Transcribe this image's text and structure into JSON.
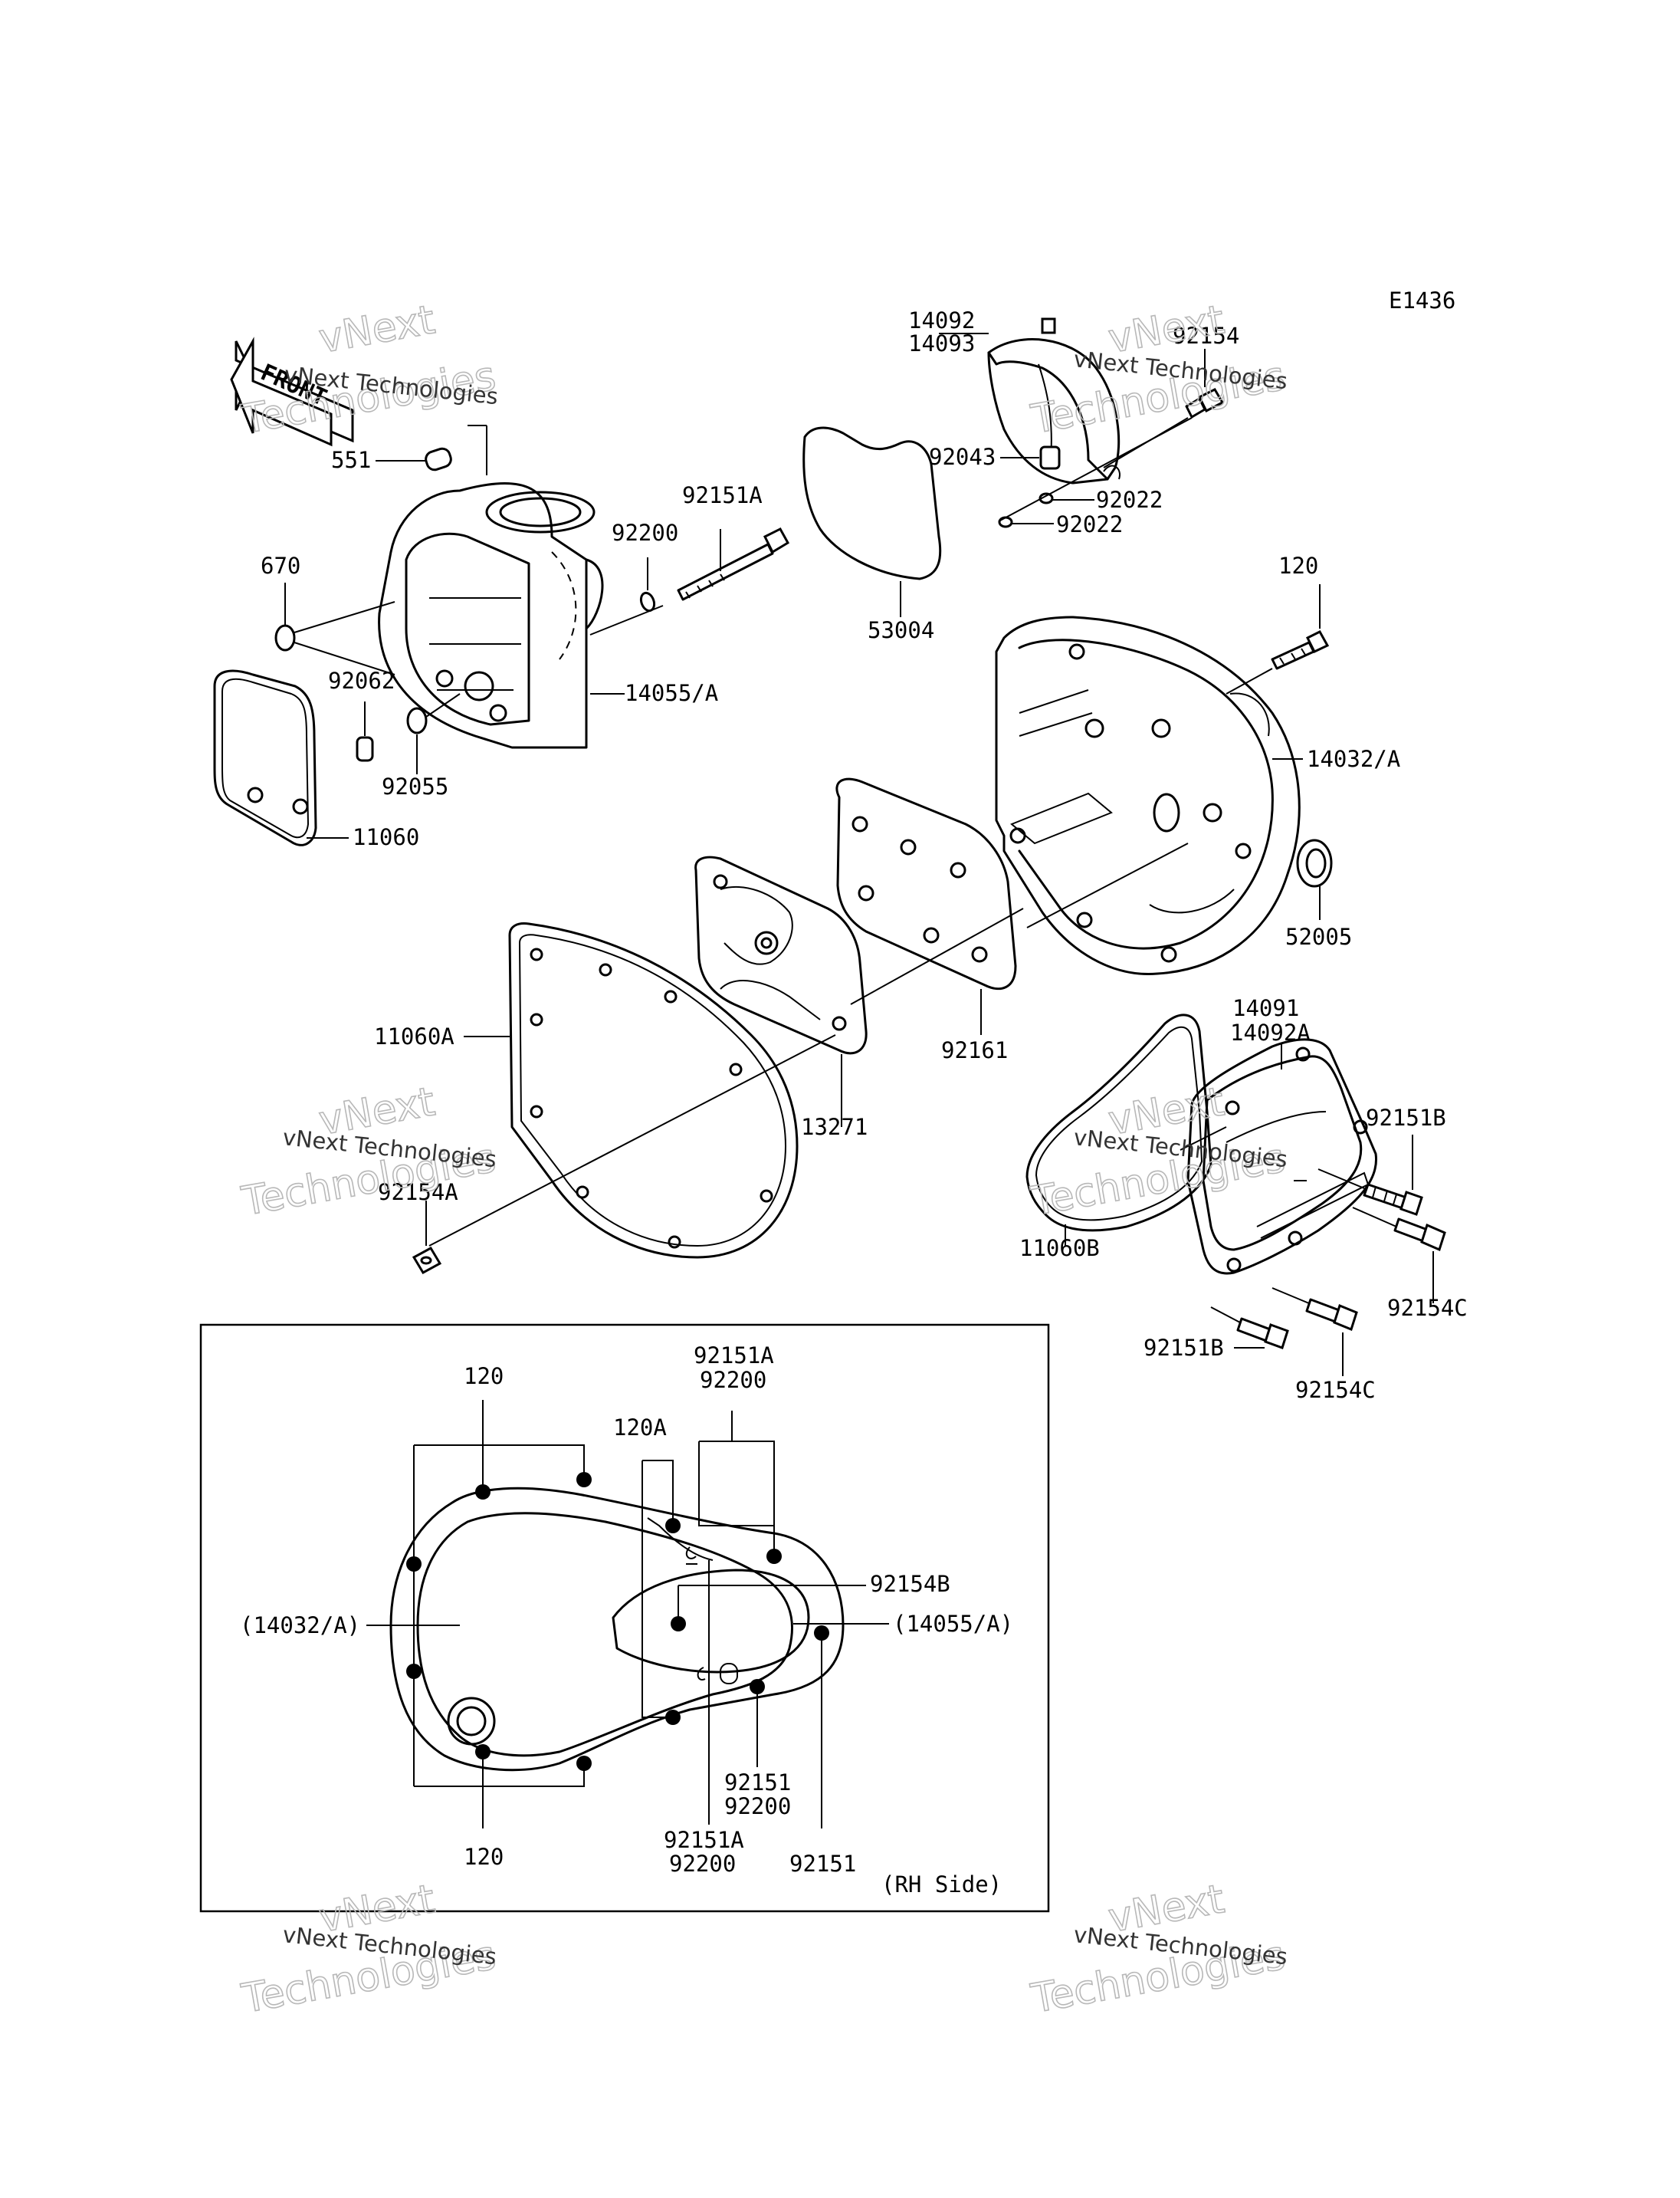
{
  "diagram_code": "E1436",
  "front_label": "FRONT",
  "inset_caption": "(RH Side)",
  "watermark": {
    "line1": "vNext",
    "line2": "Technologies",
    "overlay": "vNext Technologies"
  },
  "part_labels": {
    "p14092_14093": [
      "14092",
      "14093"
    ],
    "p92154": "92154",
    "p92043": "92043",
    "p92022_a": "92022",
    "p92022_b": "92022",
    "p53004": "53004",
    "p551": "551",
    "p92151A": "92151A",
    "p92200": "92200",
    "p670": "670",
    "p92062": "92062",
    "p92055": "92055",
    "p14055A": "14055/A",
    "p11060": "11060",
    "p120": "120",
    "p14032A": "14032/A",
    "p52005": "52005",
    "p11060A": "11060A",
    "p13271": "13271",
    "p92161": "92161",
    "p14091_14092A": [
      "14091",
      "14092A"
    ],
    "p92151B_a": "92151B",
    "p11060B": "11060B",
    "p92154C_a": "92154C",
    "p92154A": "92154A",
    "p92151B_b": "92151B",
    "p92154C_b": "92154C"
  },
  "inset_labels": {
    "i120_top": "120",
    "i92151A_92200_top": [
      "92151A",
      "92200"
    ],
    "i120A": "120A",
    "i92154B": "92154B",
    "i14032A": "(14032/A)",
    "i14055A": "(14055/A)",
    "i92151_92200": [
      "92151",
      "92200"
    ],
    "i92151A_92200_bottom": [
      "92151A",
      "92200"
    ],
    "i92151": "92151",
    "i120_bottom": "120"
  }
}
